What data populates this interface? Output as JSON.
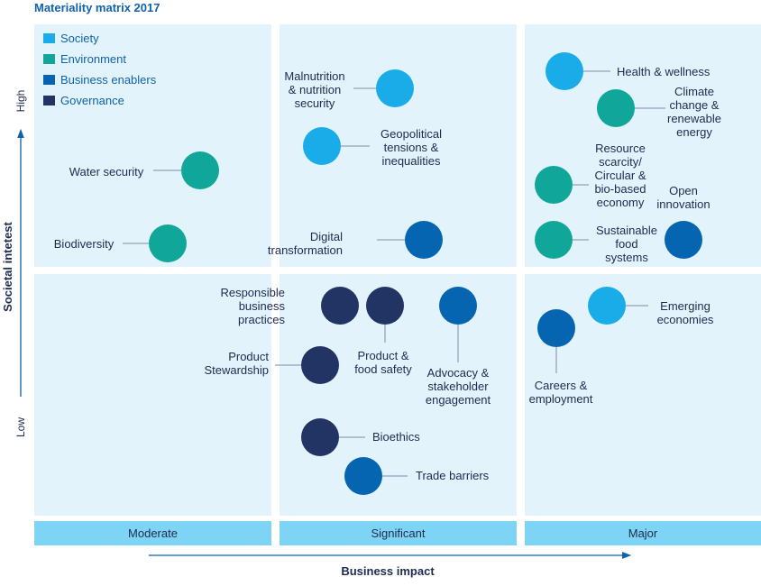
{
  "chart_data": {
    "type": "scatter",
    "title": "Materiality matrix 2017",
    "xlabel": "Business impact",
    "ylabel": "Societal intetest",
    "x_categories": [
      "Moderate",
      "Significant",
      "Major"
    ],
    "y_tick_labels": [
      "Low",
      "High"
    ],
    "legend": {
      "placement": "top-left",
      "items": [
        {
          "key": "society",
          "label": "Society",
          "color": "#1aace8"
        },
        {
          "key": "environment",
          "label": "Environment",
          "color": "#10a79a"
        },
        {
          "key": "business_enablers",
          "label": "Business enablers",
          "color": "#0565b0"
        },
        {
          "key": "governance",
          "label": "Governance",
          "color": "#223463"
        }
      ]
    },
    "colors": {
      "panel": "#e3f3fc",
      "axis_band": "#7dd4f5",
      "accent": "#0f62ab",
      "text": "#1d2b4f"
    },
    "topics": [
      {
        "id": "malnutrition",
        "category": "society",
        "label_lines": [
          "Malnutrition",
          "& nutrition",
          "security"
        ]
      },
      {
        "id": "geopolitical",
        "category": "society",
        "label_lines": [
          "Geopolitical",
          "tensions &",
          "inequalities"
        ]
      },
      {
        "id": "health",
        "category": "society",
        "label_lines": [
          "Health & wellness"
        ]
      },
      {
        "id": "emerging",
        "category": "society",
        "label_lines": [
          "Emerging",
          "economies"
        ]
      },
      {
        "id": "water",
        "category": "environment",
        "label_lines": [
          "Water security"
        ]
      },
      {
        "id": "biodiversity",
        "category": "environment",
        "label_lines": [
          "Biodiversity"
        ]
      },
      {
        "id": "climate",
        "category": "environment",
        "label_lines": [
          "Climate",
          "change &",
          "renewable",
          "energy"
        ]
      },
      {
        "id": "resource",
        "category": "environment",
        "label_lines": [
          "Resource",
          "scarcity/",
          "Circular &",
          "bio-based",
          "economy"
        ]
      },
      {
        "id": "food_systems",
        "category": "environment",
        "label_lines": [
          "Sustainable",
          "food",
          "systems"
        ]
      },
      {
        "id": "digital",
        "category": "business_enablers",
        "label_lines": [
          "Digital",
          "transformation"
        ]
      },
      {
        "id": "open_innovation",
        "category": "business_enablers",
        "label_lines": [
          "Open",
          "innovation"
        ]
      },
      {
        "id": "advocacy",
        "category": "business_enablers",
        "label_lines": [
          "Advocacy &",
          "stakeholder",
          "engagement"
        ]
      },
      {
        "id": "careers",
        "category": "business_enablers",
        "label_lines": [
          "Careers &",
          "employment"
        ]
      },
      {
        "id": "trade",
        "category": "business_enablers",
        "label_lines": [
          "Trade barriers"
        ]
      },
      {
        "id": "responsible",
        "category": "governance",
        "label_lines": [
          "Responsible",
          "business",
          "practices"
        ]
      },
      {
        "id": "food_safety",
        "category": "governance",
        "label_lines": [
          "Product &",
          "food safety"
        ]
      },
      {
        "id": "stewardship",
        "category": "governance",
        "label_lines": [
          "Product",
          "Stewardship"
        ]
      },
      {
        "id": "bioethics",
        "category": "governance",
        "label_lines": [
          "Bioethics"
        ]
      }
    ]
  }
}
